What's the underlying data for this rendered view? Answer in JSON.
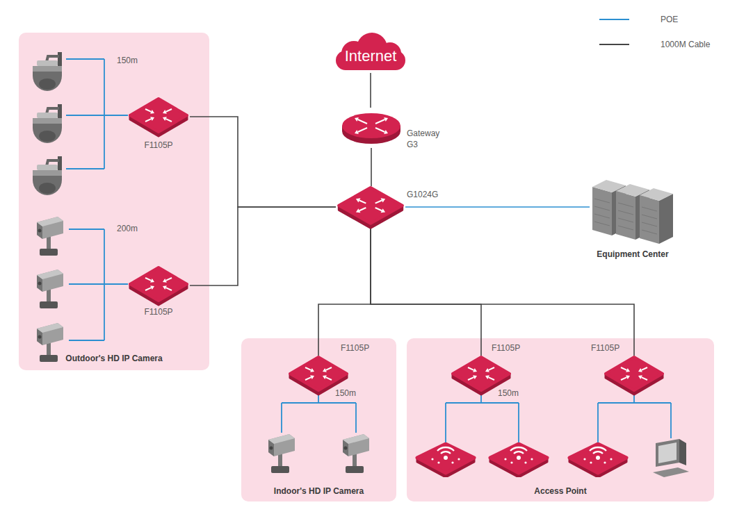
{
  "diagram": {
    "nodes": [
      {
        "text": [
          "Internet"
        ]
      },
      {
        "text": [
          "Gateway G3"
        ]
      },
      {
        "text": [
          "G1024G"
        ]
      },
      {
        "text": [
          "Equipment Center"
        ]
      },
      {
        "text": [
          "Outdoor's HD IP Camera"
        ]
      },
      {
        "text": [
          "F1105P"
        ],
        "in": 4
      },
      {
        "text": [
          "F1105P"
        ],
        "in": 4
      },
      {
        "text": [
          "Indoor's HD IP Camera"
        ]
      },
      {
        "text": [
          "F1105P"
        ],
        "in": 7
      },
      {
        "text": [
          "Access Point"
        ]
      },
      {
        "text": [
          "F1105P"
        ],
        "in": 9
      },
      {
        "text": [
          "F1105P"
        ],
        "in": 9
      }
    ],
    "edges": [
      {
        "from": 0,
        "to": 1,
        "arrow": "none"
      },
      {
        "from": 1,
        "to": 2,
        "arrow": "none"
      },
      {
        "from": 2,
        "to": 3,
        "arrow": "none"
      },
      {
        "from": 2,
        "to": 5,
        "arrow": "none"
      },
      {
        "from": 2,
        "to": 6,
        "arrow": "none"
      },
      {
        "from": 2,
        "to": 8,
        "arrow": "none"
      },
      {
        "from": 2,
        "to": 10,
        "arrow": "none"
      },
      {
        "from": 2,
        "to": 11,
        "arrow": "none"
      }
    ],
    "labels": [
      "150m",
      "200m",
      "150m",
      "150m"
    ],
    "legend": [
      {
        "text": "POE"
      },
      {
        "text": "1000M Cable"
      }
    ]
  }
}
